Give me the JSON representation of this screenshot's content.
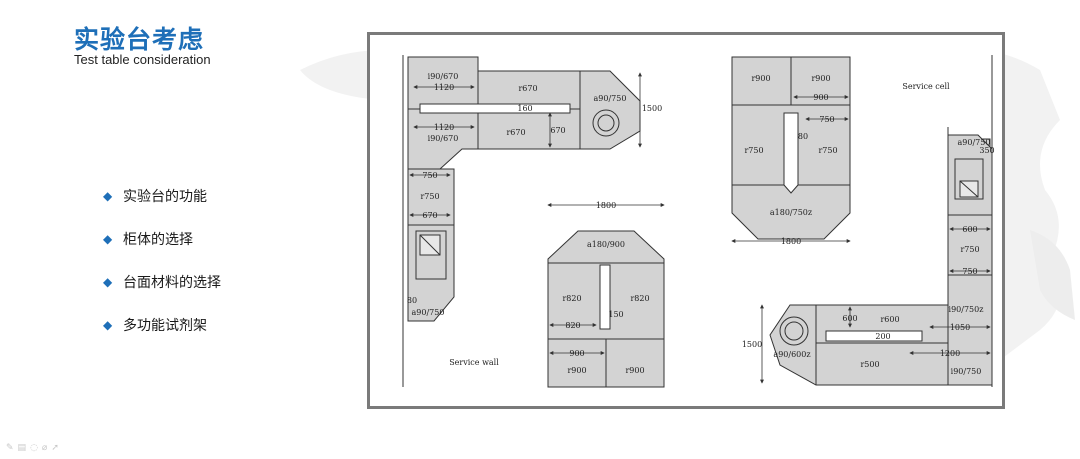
{
  "slide": {
    "title_zh": "实验台考虑",
    "title_en": "Test table consideration",
    "bullets": [
      "实验台的功能",
      "柜体的选择",
      "台面材料的选择",
      "多功能试剂架"
    ]
  },
  "diagram": {
    "labels": {
      "tl_top": "i90/670",
      "tl_bottom": "i90/670",
      "tl_r670_top": "r670",
      "tl_r670_bottom": "r670",
      "tl_a90": "a90/750",
      "tl_dim_1120_a": "1120",
      "tl_dim_1120_b": "1120",
      "tl_dim_160": "160",
      "tl_dim_670": "670",
      "tl_dim_1500": "1500",
      "left_750": "750",
      "left_r750": "r750",
      "left_670": "670",
      "left_80": "80",
      "left_a90": "a90/750",
      "service_wall": "Service wall",
      "mid_1800": "1800",
      "mid_a180": "a180/900",
      "mid_r820_l": "r820",
      "mid_r820_r": "r820",
      "mid_820": "820",
      "mid_150": "150",
      "mid_900": "900",
      "mid_r900_l": "r900",
      "mid_r900_r": "r900",
      "tc_r900_l": "r900",
      "tc_r900_r": "r900",
      "tc_900": "900",
      "tc_750": "750",
      "tc_80": "80",
      "tc_r750_l": "r750",
      "tc_r750_r": "r750",
      "tc_a180": "a180/750z",
      "tc_1800": "1800",
      "service_cell": "Service cell",
      "br_a90_750": "a90/750",
      "br_350": "350",
      "br_600": "600",
      "br_r750": "r750",
      "br_750": "750",
      "br_i90z": "i90/750z",
      "br_1050": "1050",
      "br_1200": "1200",
      "br_i90": "i90/750",
      "br_r600": "r600",
      "br_600b": "600",
      "br_200": "200",
      "br_r500": "r500",
      "br_a90_600z": "a90/600z",
      "br_1500": "1500"
    }
  },
  "colors": {
    "title": "#1e6fb8",
    "bench": "#d3d3d3",
    "frame": "#7a7a7a",
    "line": "#333333"
  },
  "icons": {
    "bullet": "◆",
    "toolbar": [
      "pen-icon",
      "note-icon",
      "lasso-icon",
      "eraser-icon",
      "pointer-icon"
    ]
  }
}
